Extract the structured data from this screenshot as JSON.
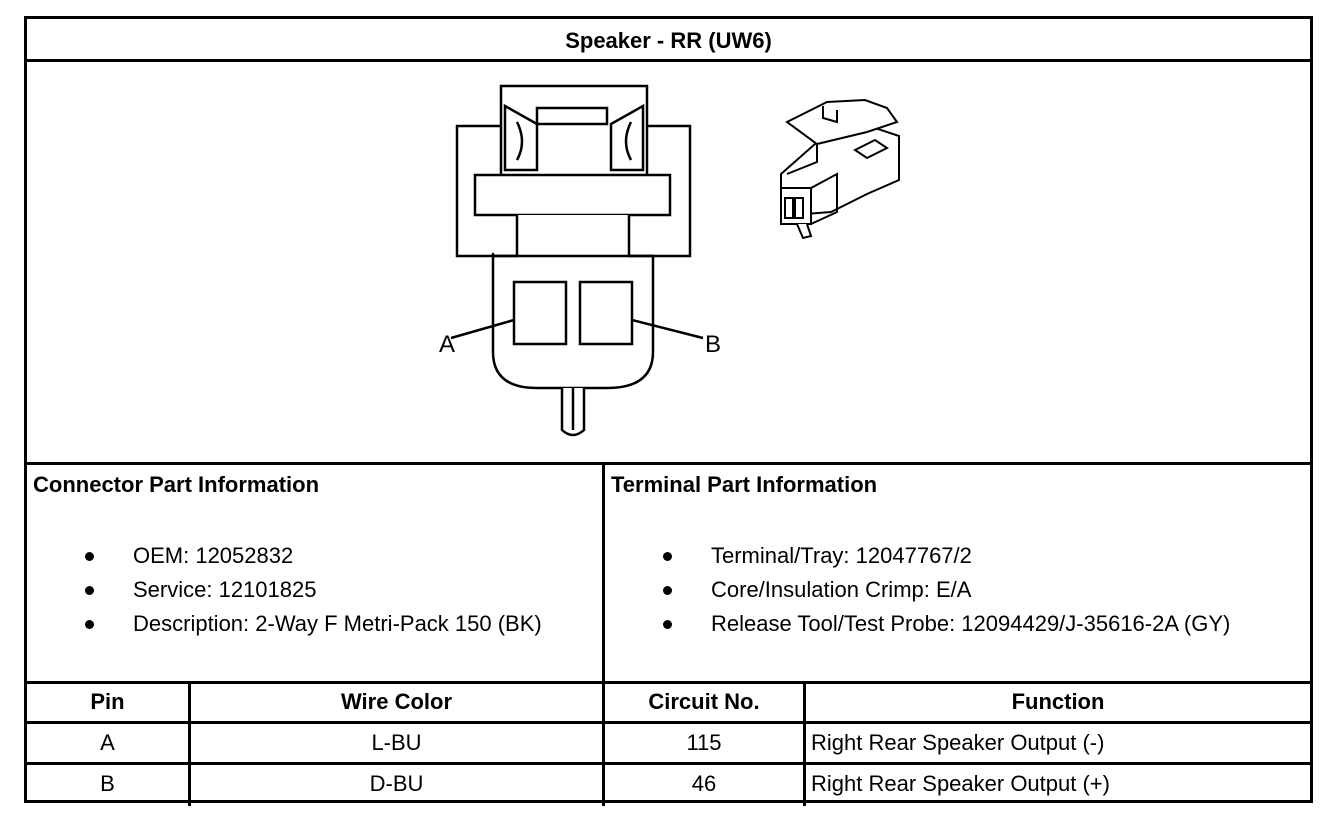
{
  "title": "Speaker - RR (UW6)",
  "figure": {
    "pin_labels": [
      "A",
      "B"
    ]
  },
  "connector_info": {
    "heading": "Connector Part Information",
    "items": [
      "OEM: 12052832",
      "Service: 12101825",
      "Description: 2-Way F Metri-Pack 150 (BK)"
    ]
  },
  "terminal_info": {
    "heading": "Terminal Part Information",
    "items": [
      "Terminal/Tray: 12047767/2",
      "Core/Insulation Crimp: E/A",
      "Release Tool/Test Probe: 12094429/J-35616-2A (GY)"
    ]
  },
  "pin_table": {
    "headers": [
      "Pin",
      "Wire Color",
      "Circuit No.",
      "Function"
    ],
    "rows": [
      [
        "A",
        "L-BU",
        "115",
        "Right Rear Speaker Output (-)"
      ],
      [
        "B",
        "D-BU",
        "46",
        "Right Rear Speaker Output (+)"
      ]
    ]
  }
}
